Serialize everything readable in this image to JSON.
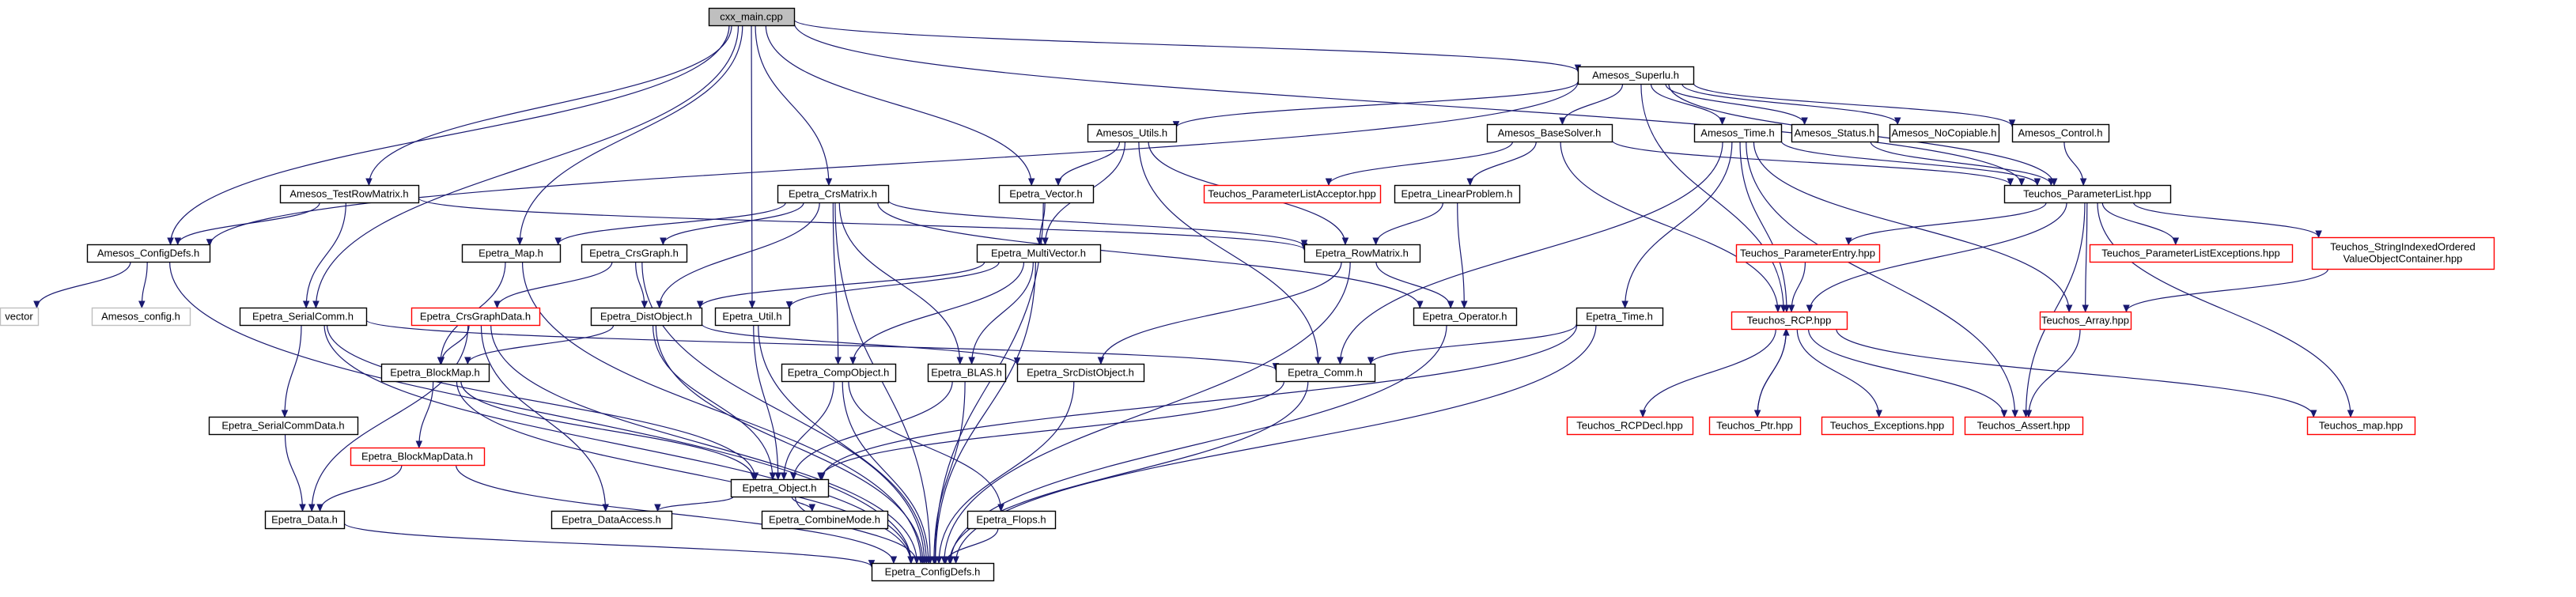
{
  "nodes": [
    {
      "id": "cxx_main",
      "label": "cxx_main.cpp",
      "style": "root"
    },
    {
      "id": "superlu",
      "label": "Amesos_Superlu.h",
      "style": "black"
    },
    {
      "id": "utils",
      "label": "Amesos_Utils.h",
      "style": "black"
    },
    {
      "id": "basesolver",
      "label": "Amesos_BaseSolver.h",
      "style": "black"
    },
    {
      "id": "time",
      "label": "Amesos_Time.h",
      "style": "black"
    },
    {
      "id": "status",
      "label": "Amesos_Status.h",
      "style": "black"
    },
    {
      "id": "nocopiable",
      "label": "Amesos_NoCopiable.h",
      "style": "black"
    },
    {
      "id": "control",
      "label": "Amesos_Control.h",
      "style": "black"
    },
    {
      "id": "testrow",
      "label": "Amesos_TestRowMatrix.h",
      "style": "black"
    },
    {
      "id": "crsmatrix",
      "label": "Epetra_CrsMatrix.h",
      "style": "black"
    },
    {
      "id": "vector",
      "label": "Epetra_Vector.h",
      "style": "black"
    },
    {
      "id": "placcept",
      "label": "Teuchos_ParameterListAcceptor.hpp",
      "style": "red"
    },
    {
      "id": "linprob",
      "label": "Epetra_LinearProblem.h",
      "style": "black"
    },
    {
      "id": "paramlist",
      "label": "Teuchos_ParameterList.hpp",
      "style": "black"
    },
    {
      "id": "configdefs_a",
      "label": "Amesos_ConfigDefs.h",
      "style": "black"
    },
    {
      "id": "map",
      "label": "Epetra_Map.h",
      "style": "black"
    },
    {
      "id": "crsgraph",
      "label": "Epetra_CrsGraph.h",
      "style": "black"
    },
    {
      "id": "multivector",
      "label": "Epetra_MultiVector.h",
      "style": "black"
    },
    {
      "id": "rowmatrix",
      "label": "Epetra_RowMatrix.h",
      "style": "black"
    },
    {
      "id": "paramentry",
      "label": "Teuchos_ParameterEntry.hpp",
      "style": "red"
    },
    {
      "id": "plexceptions",
      "label": "Teuchos_ParameterListExceptions.hpp",
      "style": "red"
    },
    {
      "id": "strindexed",
      "label": "Teuchos_StringIndexedOrdered\nValueObjectContainer.hpp",
      "style": "red"
    },
    {
      "id": "vector_std",
      "label": "vector",
      "style": "gray"
    },
    {
      "id": "amesos_config",
      "label": "Amesos_config.h",
      "style": "gray"
    },
    {
      "id": "serialcomm",
      "label": "Epetra_SerialComm.h",
      "style": "black"
    },
    {
      "id": "crsgraphdata",
      "label": "Epetra_CrsGraphData.h",
      "style": "red"
    },
    {
      "id": "distobject",
      "label": "Epetra_DistObject.h",
      "style": "black"
    },
    {
      "id": "util",
      "label": "Epetra_Util.h",
      "style": "black"
    },
    {
      "id": "operator",
      "label": "Epetra_Operator.h",
      "style": "black"
    },
    {
      "id": "etime",
      "label": "Epetra_Time.h",
      "style": "black"
    },
    {
      "id": "rcp",
      "label": "Teuchos_RCP.hpp",
      "style": "red"
    },
    {
      "id": "tarray",
      "label": "Teuchos_Array.hpp",
      "style": "red"
    },
    {
      "id": "blockmap",
      "label": "Epetra_BlockMap.h",
      "style": "black"
    },
    {
      "id": "compobject",
      "label": "Epetra_CompObject.h",
      "style": "black"
    },
    {
      "id": "blas",
      "label": "Epetra_BLAS.h",
      "style": "black"
    },
    {
      "id": "srcdist",
      "label": "Epetra_SrcDistObject.h",
      "style": "black"
    },
    {
      "id": "comm",
      "label": "Epetra_Comm.h",
      "style": "black"
    },
    {
      "id": "serialcommdata",
      "label": "Epetra_SerialCommData.h",
      "style": "black"
    },
    {
      "id": "rcpdecl",
      "label": "Teuchos_RCPDecl.hpp",
      "style": "red"
    },
    {
      "id": "ptr",
      "label": "Teuchos_Ptr.hpp",
      "style": "red"
    },
    {
      "id": "exceptions",
      "label": "Teuchos_Exceptions.hpp",
      "style": "red"
    },
    {
      "id": "tassert",
      "label": "Teuchos_Assert.hpp",
      "style": "red"
    },
    {
      "id": "tmap",
      "label": "Teuchos_map.hpp",
      "style": "red"
    },
    {
      "id": "blockmapdata",
      "label": "Epetra_BlockMapData.h",
      "style": "red"
    },
    {
      "id": "object",
      "label": "Epetra_Object.h",
      "style": "black"
    },
    {
      "id": "data",
      "label": "Epetra_Data.h",
      "style": "black"
    },
    {
      "id": "dataaccess",
      "label": "Epetra_DataAccess.h",
      "style": "black"
    },
    {
      "id": "combinemode",
      "label": "Epetra_CombineMode.h",
      "style": "black"
    },
    {
      "id": "flops",
      "label": "Epetra_Flops.h",
      "style": "black"
    },
    {
      "id": "configdefs_e",
      "label": "Epetra_ConfigDefs.h",
      "style": "black"
    }
  ],
  "edges": [
    [
      "cxx_main",
      "superlu"
    ],
    [
      "cxx_main",
      "configdefs_a"
    ],
    [
      "cxx_main",
      "testrow"
    ],
    [
      "cxx_main",
      "map"
    ],
    [
      "cxx_main",
      "serialcomm"
    ],
    [
      "cxx_main",
      "util"
    ],
    [
      "cxx_main",
      "crsmatrix"
    ],
    [
      "cxx_main",
      "vector"
    ],
    [
      "cxx_main",
      "paramlist"
    ],
    [
      "superlu",
      "utils"
    ],
    [
      "superlu",
      "basesolver"
    ],
    [
      "superlu",
      "time"
    ],
    [
      "superlu",
      "status"
    ],
    [
      "superlu",
      "nocopiable"
    ],
    [
      "superlu",
      "control"
    ],
    [
      "superlu",
      "configdefs_a"
    ],
    [
      "superlu",
      "rcp"
    ],
    [
      "superlu",
      "paramlist"
    ],
    [
      "utils",
      "vector"
    ],
    [
      "utils",
      "multivector"
    ],
    [
      "utils",
      "rowmatrix"
    ],
    [
      "utils",
      "comm"
    ],
    [
      "basesolver",
      "placcept"
    ],
    [
      "basesolver",
      "linprob"
    ],
    [
      "basesolver",
      "paramlist"
    ],
    [
      "basesolver",
      "rcp"
    ],
    [
      "time",
      "paramlist"
    ],
    [
      "time",
      "etime"
    ],
    [
      "time",
      "rcp"
    ],
    [
      "time",
      "comm"
    ],
    [
      "time",
      "tarray"
    ],
    [
      "time",
      "tassert"
    ],
    [
      "status",
      "paramlist"
    ],
    [
      "control",
      "paramlist"
    ],
    [
      "testrow",
      "configdefs_a"
    ],
    [
      "testrow",
      "rowmatrix"
    ],
    [
      "testrow",
      "serialcomm"
    ],
    [
      "crsmatrix",
      "distobject"
    ],
    [
      "crsmatrix",
      "compobject"
    ],
    [
      "crsmatrix",
      "blas"
    ],
    [
      "crsmatrix",
      "rowmatrix"
    ],
    [
      "crsmatrix",
      "map"
    ],
    [
      "crsmatrix",
      "crsgraph"
    ],
    [
      "crsmatrix",
      "operator"
    ],
    [
      "crsmatrix",
      "configdefs_e"
    ],
    [
      "vector",
      "multivector"
    ],
    [
      "vector",
      "configdefs_e"
    ],
    [
      "linprob",
      "rowmatrix"
    ],
    [
      "linprob",
      "operator"
    ],
    [
      "paramlist",
      "paramentry"
    ],
    [
      "paramlist",
      "plexceptions"
    ],
    [
      "paramlist",
      "strindexed"
    ],
    [
      "paramlist",
      "rcp"
    ],
    [
      "paramlist",
      "tarray"
    ],
    [
      "paramlist",
      "tassert"
    ],
    [
      "paramlist",
      "tmap"
    ],
    [
      "configdefs_a",
      "vector_std"
    ],
    [
      "configdefs_a",
      "amesos_config"
    ],
    [
      "configdefs_a",
      "configdefs_e"
    ],
    [
      "map",
      "blockmap"
    ],
    [
      "map",
      "configdefs_e"
    ],
    [
      "crsgraph",
      "crsgraphdata"
    ],
    [
      "crsgraph",
      "distobject"
    ],
    [
      "crsgraph",
      "configdefs_e"
    ],
    [
      "multivector",
      "distobject"
    ],
    [
      "multivector",
      "compobject"
    ],
    [
      "multivector",
      "blas"
    ],
    [
      "multivector",
      "util"
    ],
    [
      "multivector",
      "configdefs_e"
    ],
    [
      "rowmatrix",
      "operator"
    ],
    [
      "rowmatrix",
      "srcdist"
    ],
    [
      "rowmatrix",
      "configdefs_e"
    ],
    [
      "paramentry",
      "rcp"
    ],
    [
      "strindexed",
      "tarray"
    ],
    [
      "serialcomm",
      "comm"
    ],
    [
      "serialcomm",
      "serialcommdata"
    ],
    [
      "serialcomm",
      "object"
    ],
    [
      "serialcomm",
      "configdefs_e"
    ],
    [
      "crsgraphdata",
      "blockmap"
    ],
    [
      "crsgraphdata",
      "data"
    ],
    [
      "crsgraphdata",
      "dataaccess"
    ],
    [
      "crsgraphdata",
      "configdefs_e"
    ],
    [
      "distobject",
      "blockmap"
    ],
    [
      "distobject",
      "srcdist"
    ],
    [
      "distobject",
      "object"
    ],
    [
      "distobject",
      "configdefs_e"
    ],
    [
      "util",
      "object"
    ],
    [
      "util",
      "configdefs_e"
    ],
    [
      "operator",
      "configdefs_e"
    ],
    [
      "etime",
      "comm"
    ],
    [
      "etime",
      "object"
    ],
    [
      "etime",
      "configdefs_e"
    ],
    [
      "rcp",
      "rcpdecl"
    ],
    [
      "rcp",
      "ptr"
    ],
    [
      "rcp",
      "exceptions"
    ],
    [
      "rcp",
      "tassert"
    ],
    [
      "rcp",
      "tmap"
    ],
    [
      "tarray",
      "tassert"
    ],
    [
      "blockmap",
      "blockmapdata"
    ],
    [
      "blockmap",
      "object"
    ],
    [
      "blockmap",
      "configdefs_e"
    ],
    [
      "compobject",
      "object"
    ],
    [
      "compobject",
      "flops"
    ],
    [
      "compobject",
      "configdefs_e"
    ],
    [
      "blas",
      "object"
    ],
    [
      "blas",
      "configdefs_e"
    ],
    [
      "srcdist",
      "configdefs_e"
    ],
    [
      "comm",
      "object"
    ],
    [
      "comm",
      "configdefs_e"
    ],
    [
      "serialcommdata",
      "data"
    ],
    [
      "ptr",
      "rcp"
    ],
    [
      "blockmapdata",
      "data"
    ],
    [
      "blockmapdata",
      "configdefs_e"
    ],
    [
      "object",
      "dataaccess"
    ],
    [
      "object",
      "combinemode"
    ],
    [
      "object",
      "configdefs_e"
    ],
    [
      "data",
      "configdefs_e"
    ],
    [
      "flops",
      "configdefs_e"
    ]
  ]
}
